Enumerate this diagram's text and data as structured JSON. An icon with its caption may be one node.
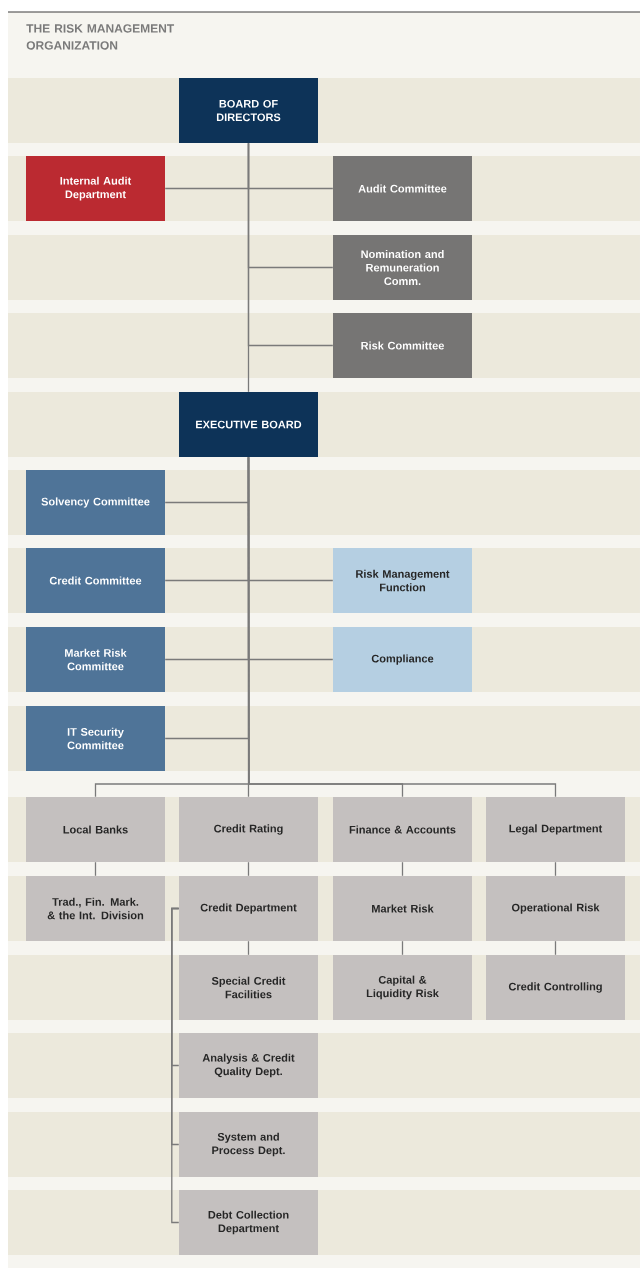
{
  "diagram": {
    "title": "THE RISK MANAGEMENT ORGANIZATION",
    "nodes": [
      {
        "text": [
          "BOARD OF DIRECTORS"
        ]
      },
      {
        "text": [
          "Internal Audit Department"
        ]
      },
      {
        "text": [
          "Audit Committee"
        ]
      },
      {
        "text": [
          "Nomination and Remuneration Comm."
        ]
      },
      {
        "text": [
          "Risk Committee"
        ]
      },
      {
        "text": [
          "EXECUTIVE BOARD"
        ]
      },
      {
        "text": [
          "Solvency Committee"
        ]
      },
      {
        "text": [
          "Credit Committee"
        ]
      },
      {
        "text": [
          "Risk Management Function"
        ]
      },
      {
        "text": [
          "Market Risk Committee"
        ]
      },
      {
        "text": [
          "Compliance"
        ]
      },
      {
        "text": [
          "IT Security Committee"
        ]
      },
      {
        "text": [
          "Local Banks"
        ]
      },
      {
        "text": [
          "Credit Rating"
        ]
      },
      {
        "text": [
          "Finance & Accounts"
        ]
      },
      {
        "text": [
          "Legal Department"
        ]
      },
      {
        "text": [
          "Trad., Fin. Mark. & the Int. Division"
        ]
      },
      {
        "text": [
          "Credit Department"
        ]
      },
      {
        "text": [
          "Market Risk"
        ]
      },
      {
        "text": [
          "Operational Risk"
        ]
      },
      {
        "text": [
          "Special Credit Facilities"
        ]
      },
      {
        "text": [
          "Capital & Liquidity Risk"
        ]
      },
      {
        "text": [
          "Credit Controlling"
        ]
      },
      {
        "text": [
          "Analysis & Credit Quality Dept."
        ]
      },
      {
        "text": [
          "System and Process Dept."
        ]
      },
      {
        "text": [
          "Debt Collection Department"
        ]
      }
    ],
    "edges": [
      {
        "from": 0,
        "to": 1,
        "arrow": "none"
      },
      {
        "from": 0,
        "to": 2,
        "arrow": "none"
      },
      {
        "from": 0,
        "to": 3,
        "arrow": "none"
      },
      {
        "from": 0,
        "to": 4,
        "arrow": "none"
      },
      {
        "from": 0,
        "to": 5,
        "arrow": "none"
      },
      {
        "from": 5,
        "to": 6,
        "arrow": "none"
      },
      {
        "from": 5,
        "to": 7,
        "arrow": "none"
      },
      {
        "from": 5,
        "to": 8,
        "arrow": "none"
      },
      {
        "from": 5,
        "to": 9,
        "arrow": "none"
      },
      {
        "from": 5,
        "to": 10,
        "arrow": "none"
      },
      {
        "from": 5,
        "to": 11,
        "arrow": "none"
      },
      {
        "from": 5,
        "to": 12,
        "arrow": "none"
      },
      {
        "from": 5,
        "to": 13,
        "arrow": "none"
      },
      {
        "from": 5,
        "to": 14,
        "arrow": "none"
      },
      {
        "from": 5,
        "to": 15,
        "arrow": "none"
      },
      {
        "from": 12,
        "to": 16,
        "arrow": "none"
      },
      {
        "from": 13,
        "to": 17,
        "arrow": "none"
      },
      {
        "from": 14,
        "to": 18,
        "arrow": "none"
      },
      {
        "from": 15,
        "to": 19,
        "arrow": "none"
      },
      {
        "from": 17,
        "to": 20,
        "arrow": "none"
      },
      {
        "from": 17,
        "to": 23,
        "arrow": "none"
      },
      {
        "from": 17,
        "to": 24,
        "arrow": "none"
      },
      {
        "from": 17,
        "to": 25,
        "arrow": "none"
      },
      {
        "from": 18,
        "to": 21,
        "arrow": "none"
      },
      {
        "from": 19,
        "to": 22,
        "arrow": "none"
      }
    ]
  }
}
